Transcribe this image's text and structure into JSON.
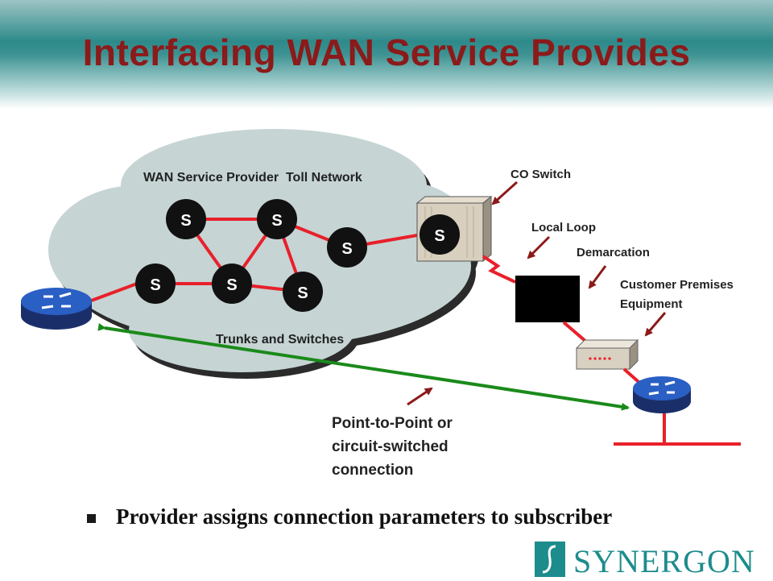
{
  "slide": {
    "title": "Interfacing WAN Service Provides",
    "bullet": "Provider assigns connection parameters to subscriber"
  },
  "diagram": {
    "cloud_title": "WAN Service Provider  Toll Network",
    "cloud_caption": "Trunks and Switches",
    "switch_label": "S",
    "labels": {
      "co_switch": "CO Switch",
      "local_loop": "Local Loop",
      "demarcation": "Demarcation",
      "cpe_line1": "Customer Premises",
      "cpe_line2": "Equipment",
      "p2p_line1": "Point-to-Point or",
      "p2p_line2": "circuit-switched",
      "p2p_line3": "connection"
    }
  },
  "logo": {
    "text": "SYNERGON"
  },
  "colors": {
    "title": "#8b1a1a",
    "accent_teal": "#1d8c8c",
    "link_red": "#e8202a",
    "arrow_green": "#1a8a1a",
    "pointer_red": "#8b1a1a",
    "router_blue": "#2a5fc4"
  }
}
